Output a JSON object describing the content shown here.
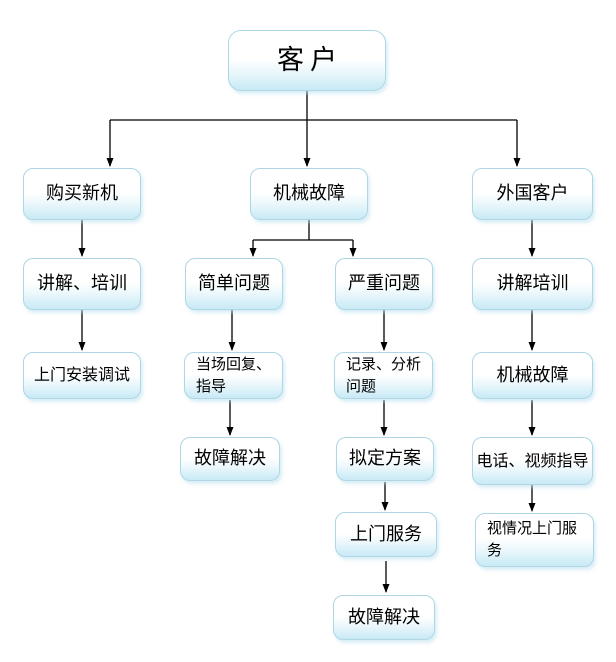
{
  "diagram": {
    "type": "flowchart",
    "background": "#ffffff",
    "box_style": {
      "border_color": "#aed6e4",
      "fill_top": "#ffffff",
      "fill_bottom": "#c9eaf5",
      "text_color": "#000000",
      "connector_color": "#000000"
    },
    "nodes": {
      "customer": {
        "label": "客户"
      },
      "buy_new": {
        "label": "购买新机"
      },
      "mech_fault": {
        "label": "机械故障"
      },
      "foreign": {
        "label": "外国客户"
      },
      "explain_train_a": {
        "label": "讲解、培训"
      },
      "simple_issue": {
        "label": "简单问题"
      },
      "serious_issue": {
        "label": "严重问题"
      },
      "explain_train_d": {
        "label": "讲解培训"
      },
      "onsite_install": {
        "label": "上门安装调试"
      },
      "onsite_reply": {
        "label": "当场回复、指导"
      },
      "record_analyze": {
        "label": "记录、分析问题"
      },
      "mech_fault_d": {
        "label": "机械故障"
      },
      "fault_solved_b": {
        "label": "故障解决"
      },
      "draft_plan": {
        "label": "拟定方案"
      },
      "phone_video": {
        "label": "电话、视频指导"
      },
      "onsite_service": {
        "label": "上门服务"
      },
      "onsite_depends": {
        "label": "视情况上门服务"
      },
      "fault_solved_c": {
        "label": "故障解决"
      }
    },
    "edges": [
      {
        "from": "customer",
        "to": "buy_new"
      },
      {
        "from": "customer",
        "to": "mech_fault"
      },
      {
        "from": "customer",
        "to": "foreign"
      },
      {
        "from": "buy_new",
        "to": "explain_train_a"
      },
      {
        "from": "explain_train_a",
        "to": "onsite_install"
      },
      {
        "from": "mech_fault",
        "to": "simple_issue"
      },
      {
        "from": "mech_fault",
        "to": "serious_issue"
      },
      {
        "from": "simple_issue",
        "to": "onsite_reply"
      },
      {
        "from": "onsite_reply",
        "to": "fault_solved_b"
      },
      {
        "from": "serious_issue",
        "to": "record_analyze"
      },
      {
        "from": "record_analyze",
        "to": "draft_plan"
      },
      {
        "from": "draft_plan",
        "to": "onsite_service"
      },
      {
        "from": "onsite_service",
        "to": "fault_solved_c"
      },
      {
        "from": "foreign",
        "to": "explain_train_d"
      },
      {
        "from": "explain_train_d",
        "to": "mech_fault_d"
      },
      {
        "from": "mech_fault_d",
        "to": "phone_video"
      },
      {
        "from": "phone_video",
        "to": "onsite_depends"
      }
    ]
  }
}
